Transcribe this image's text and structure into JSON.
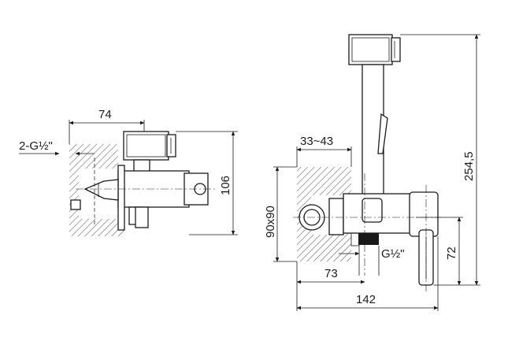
{
  "dimensions": {
    "left_width": "74",
    "left_thread": "2-G½\"",
    "left_height": "106",
    "wall_range": "33~43",
    "box_size": "90x90",
    "outlet_thread": "G½\"",
    "depth_73": "73",
    "total_width": "142",
    "total_height": "254,5",
    "outlet_height": "72"
  }
}
